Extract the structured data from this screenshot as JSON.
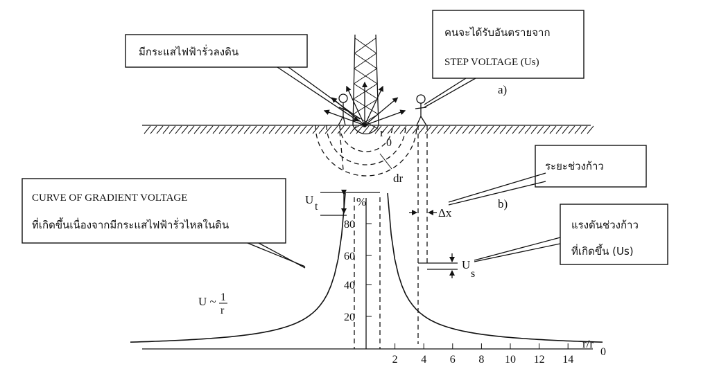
{
  "callouts": {
    "leak": "มีกระแสไฟฟ้ารั่วลงดิน",
    "danger_line1": "คนจะได้รับอันตรายจาก",
    "danger_line2": "STEP VOLTAGE (Us)",
    "step_distance": "ระยะช่วงก้าว",
    "curve_line1": "CURVE OF GRADIENT VOLTAGE",
    "curve_line2": "ที่เกิดขึ้นเนื่องจากมีกระแสไฟฟ้ารั่วไหลในดิน",
    "step_voltage_line1": "แรงดันช่วงก้าว",
    "step_voltage_line2": "ที่เกิดขึ้น (Us)"
  },
  "labels": {
    "part_a": "a)",
    "part_b": "b)",
    "r": "r",
    "r0_sub": "0",
    "dr": "dr",
    "ut_main": "U",
    "ut_sub": "t",
    "percent": "%",
    "us_main": "U",
    "us_sub": "s",
    "delta_x": "Δx",
    "formula_u": "U ~",
    "formula_num": "1",
    "formula_den": "r",
    "axis_x_main": "r/r",
    "axis_x_sub": "0"
  },
  "y_ticks": [
    "20",
    "40",
    "60",
    "80"
  ],
  "x_ticks": [
    "2",
    "4",
    "6",
    "8",
    "10",
    "12",
    "14"
  ]
}
